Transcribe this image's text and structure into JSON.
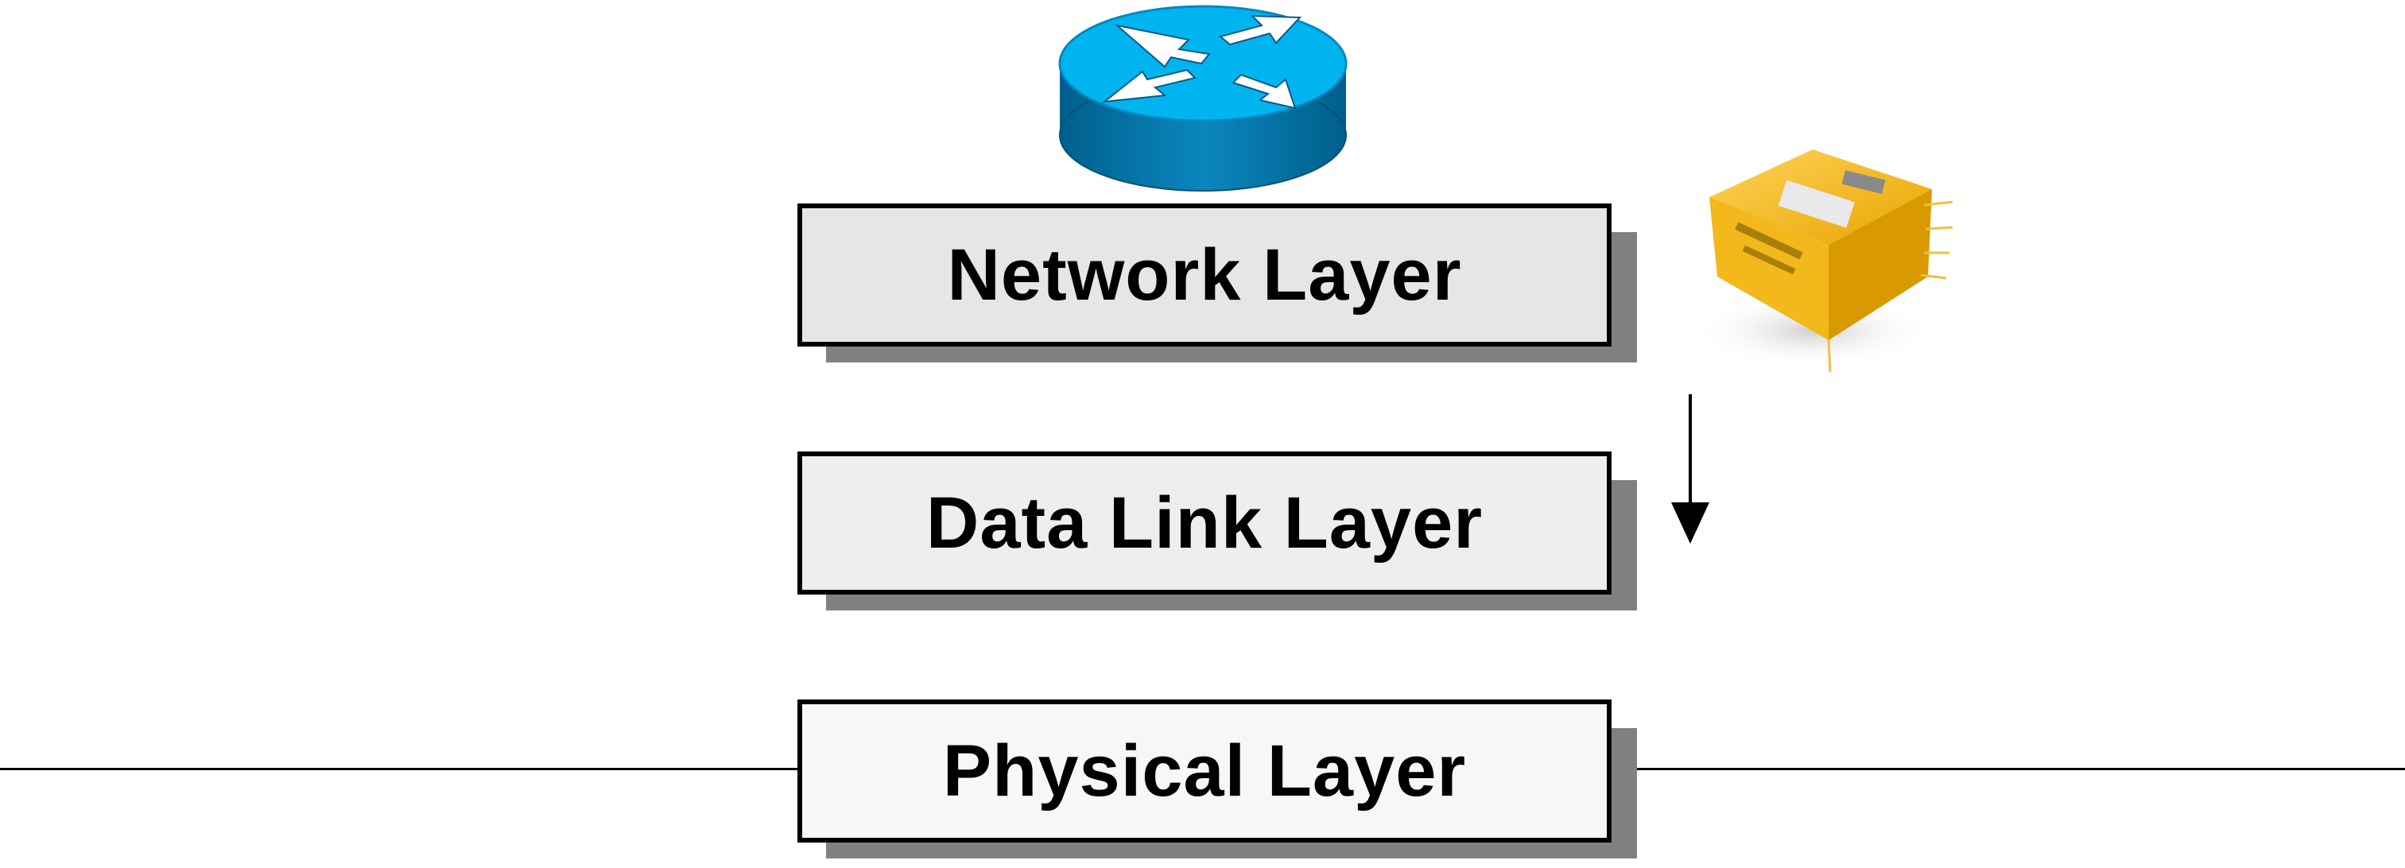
{
  "layers": [
    {
      "label": "Network Layer",
      "fill": "#e6e6e6"
    },
    {
      "label": "Data Link Layer",
      "fill": "#eeeeee"
    },
    {
      "label": "Physical Layer",
      "fill": "#f7f7f7"
    }
  ],
  "icons": {
    "router": "router-icon",
    "frame": "data-frame-icon",
    "arrow": "down-arrow-icon"
  },
  "colors": {
    "router_top": "#00b4f0",
    "router_side": "#0077a8",
    "frame": "#f2b81c",
    "shadow": "#808080"
  }
}
